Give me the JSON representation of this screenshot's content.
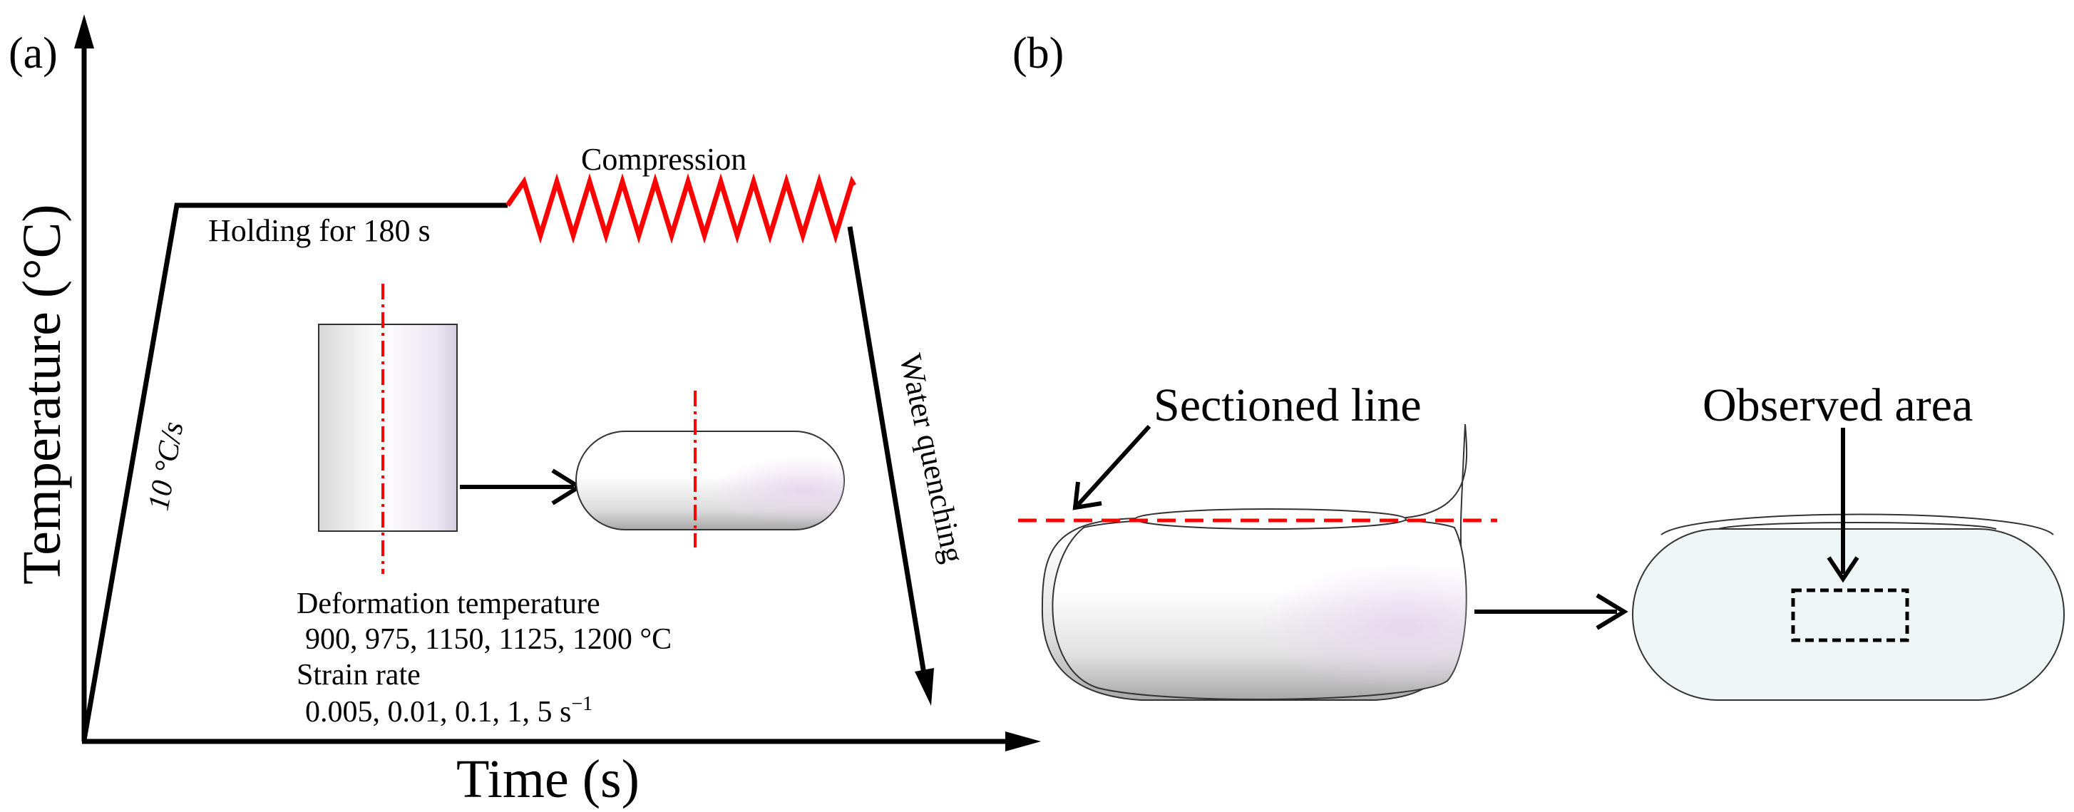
{
  "panel_a": {
    "label": "(a)",
    "y_axis_label": "Temperature (°C)",
    "x_axis_label": "Time (s)",
    "heating_rate": "10 °C/s",
    "holding": "Holding for 180 s",
    "compression": "Compression",
    "quenching": "Water quenching",
    "deformation_temperature_title": "Deformation temperature",
    "deformation_temperature_values": "900, 975, 1150, 1125, 1200 °C",
    "strain_rate_title": "Strain rate",
    "strain_rate_values": "0.005, 0.01, 0.1, 1, 5 s",
    "strain_rate_exponent": "−1"
  },
  "panel_b": {
    "label": "(b)",
    "sectioned_line": "Sectioned line",
    "observed_area": "Observed area"
  },
  "colors": {
    "line": "#000000",
    "compression_zigzag": "#ff0000",
    "section_dash": "#ff0000",
    "specimen_fill": "#eef6f6"
  }
}
